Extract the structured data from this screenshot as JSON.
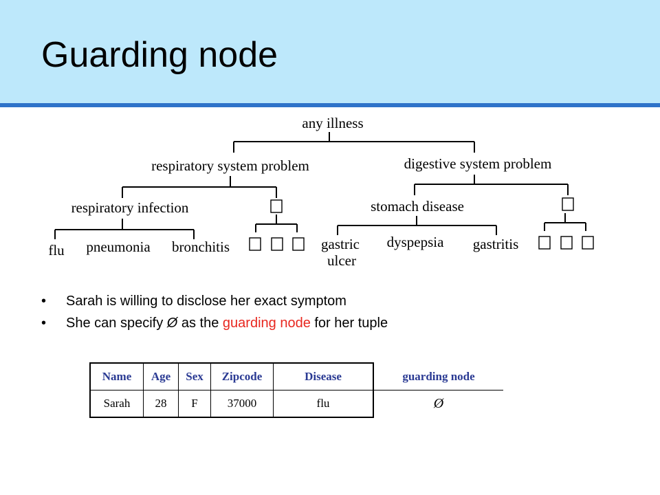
{
  "slide": {
    "title": "Guarding node"
  },
  "tree": {
    "root": "any illness",
    "resp": "respiratory system problem",
    "dig": "digestive system problem",
    "resp_inf": "respiratory infection",
    "stomach": "stomach disease",
    "flu": "flu",
    "pneumonia": "pneumonia",
    "bronchitis": "bronchitis",
    "gastric1": "gastric",
    "gastric2": "ulcer",
    "dyspepsia": "dyspepsia",
    "gastritis": "gastritis"
  },
  "bullets": {
    "b1": "Sarah is willing to disclose her exact symptom",
    "b2_pre": "She can specify ",
    "b2_sym": "Ø",
    "b2_mid": " as the ",
    "b2_red": "guarding node",
    "b2_post": " for her tuple"
  },
  "table": {
    "headers": [
      "Name",
      "Age",
      "Sex",
      "Zipcode",
      "Disease",
      "guarding node"
    ],
    "row": [
      "Sarah",
      "28",
      "F",
      "37000",
      "flu",
      "Ø"
    ]
  },
  "colors": {
    "header_bg": "#bde8fb",
    "header_line": "#2f73c9",
    "highlight": "#e8271f",
    "table_header": "#2a3a93"
  }
}
